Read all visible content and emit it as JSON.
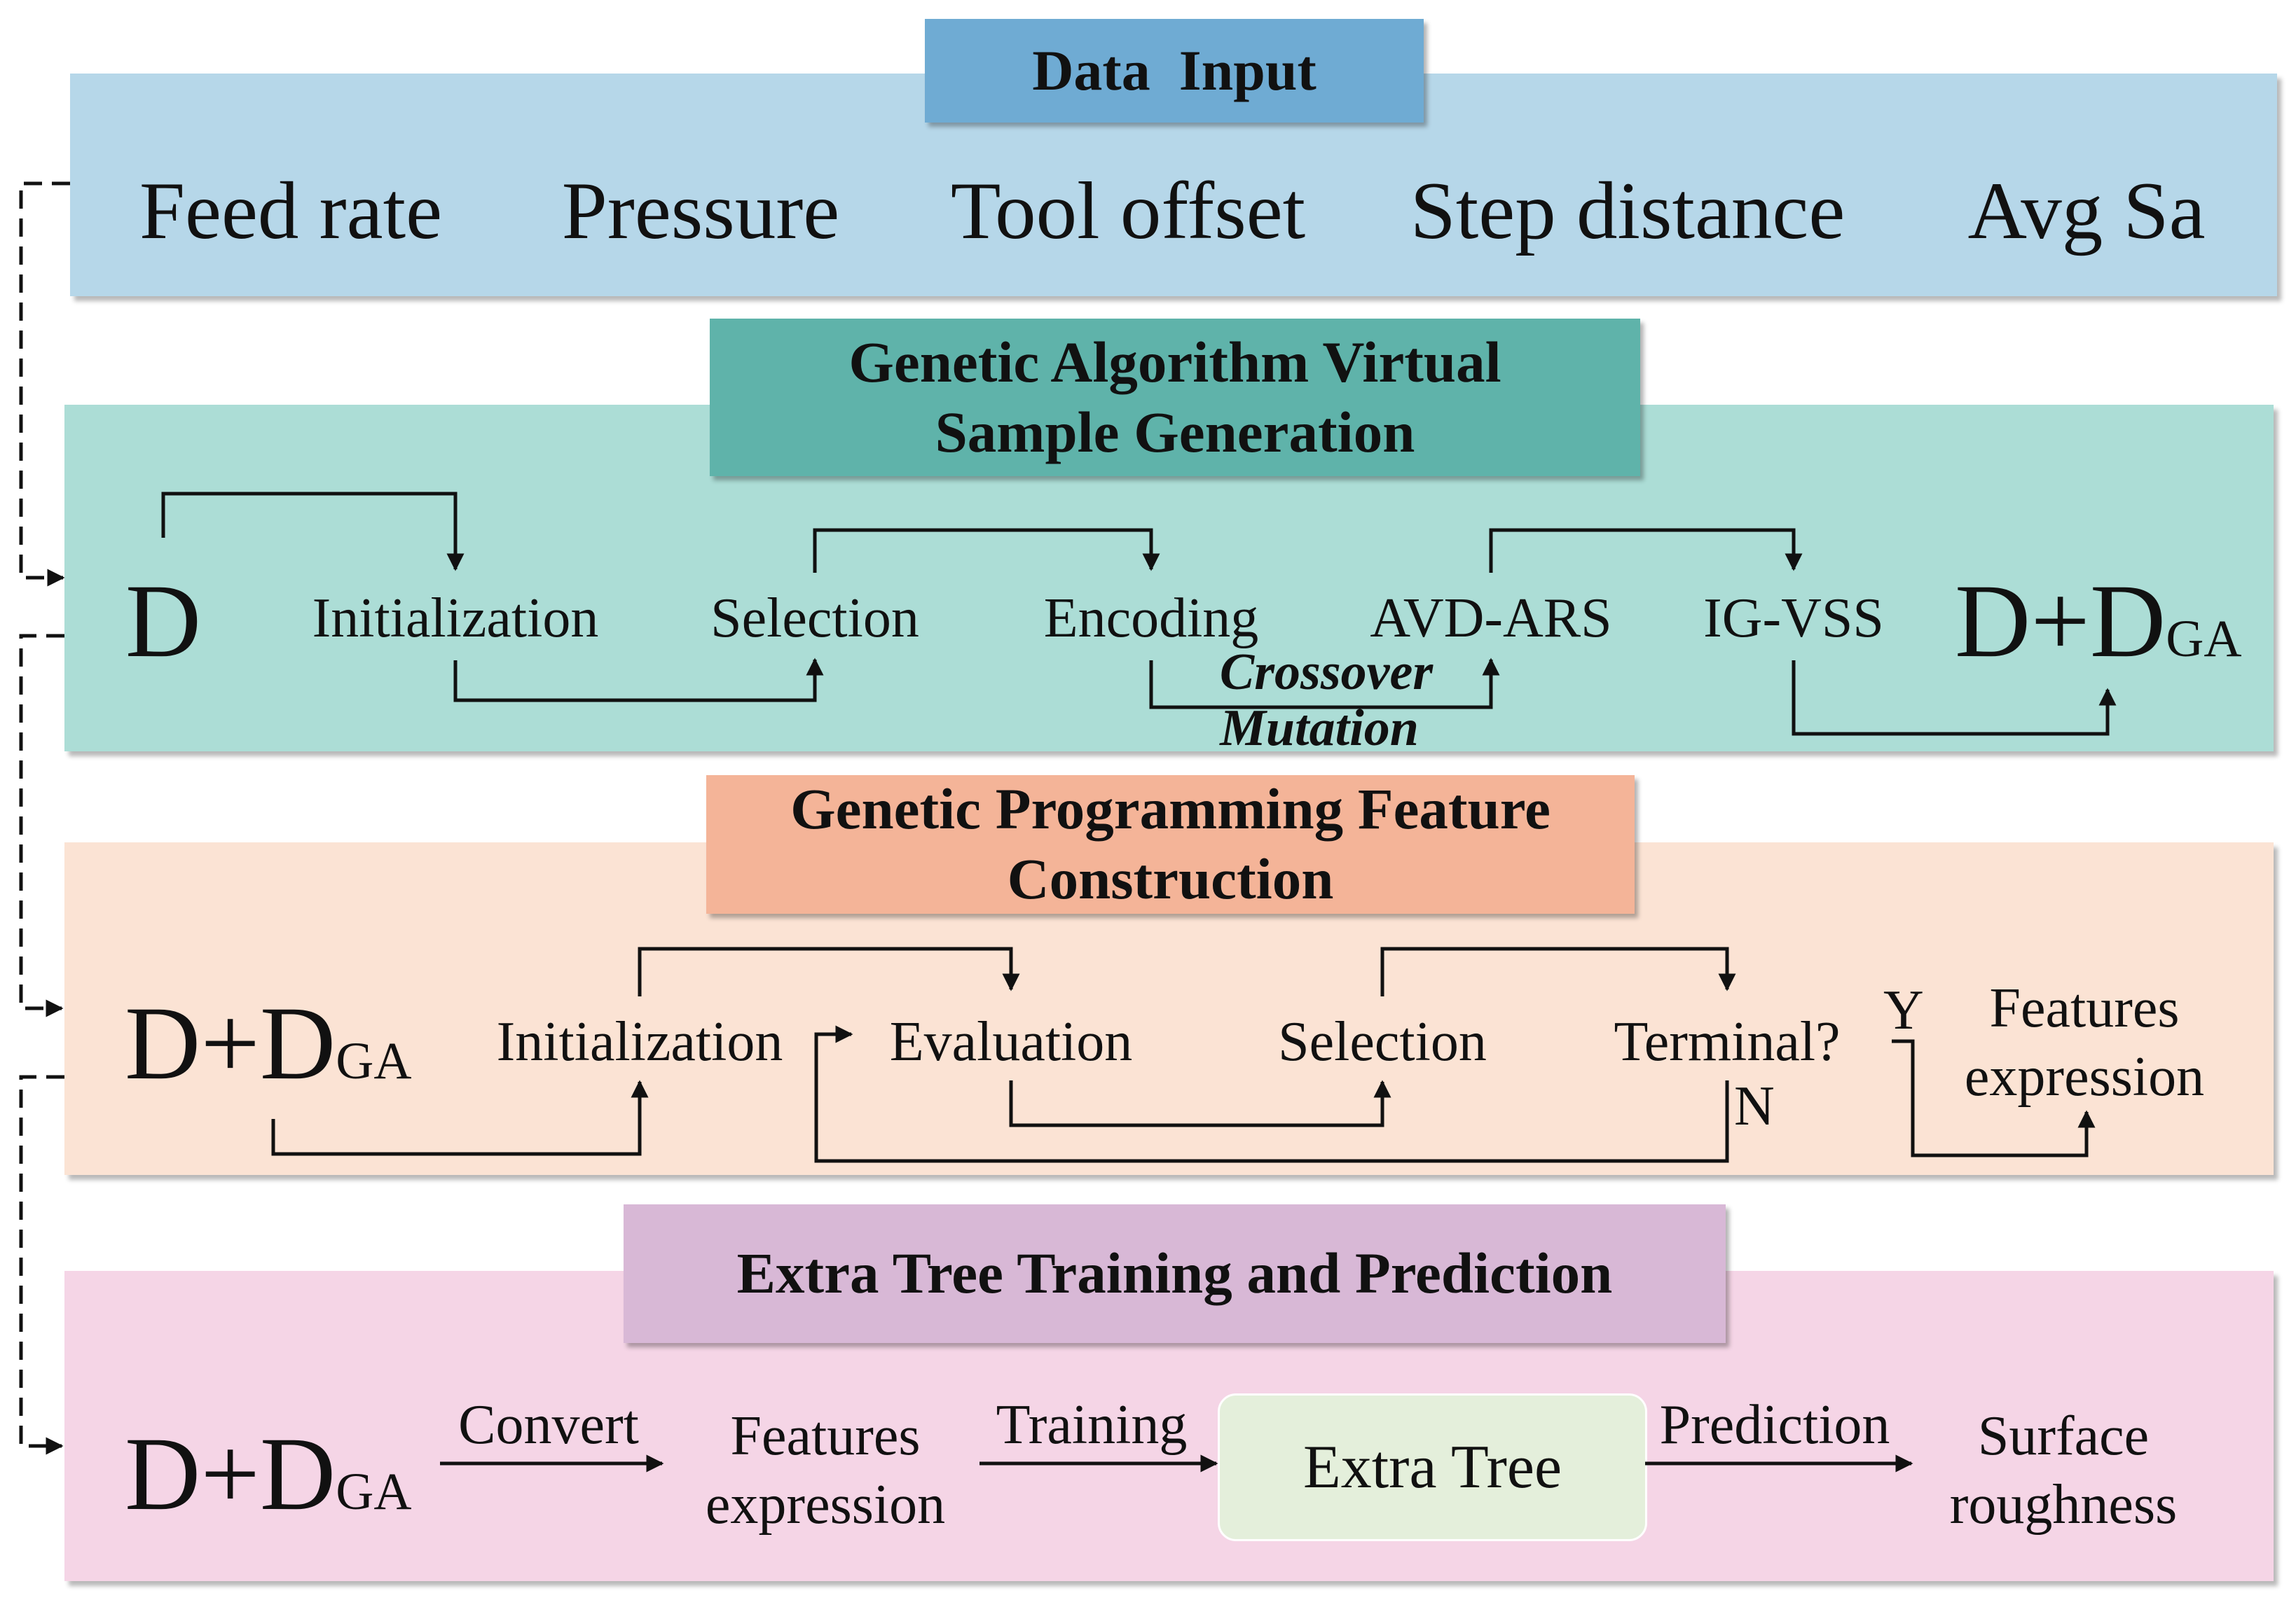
{
  "colors": {
    "input_panel": "#b6d7e9",
    "input_banner": "#6fabd3",
    "ga_panel": "#acddd6",
    "ga_banner": "#5fb3aa",
    "gp_panel": "#fbe3d4",
    "gp_banner": "#f4b498",
    "et_panel": "#f5d5e6",
    "et_banner": "#d8b8d6",
    "extra_tree_box": "#e4efdb"
  },
  "data_input": {
    "title": "Data  Input",
    "items": [
      "Feed rate",
      "Pressure",
      "Tool offset",
      "Step distance",
      "Avg Sa"
    ]
  },
  "ga": {
    "title_line1": "Genetic Algorithm Virtual",
    "title_line2": "Sample Generation",
    "d": "D",
    "initialization": "Initialization",
    "selection": "Selection",
    "encoding": "Encoding",
    "avd_ars": "AVD-ARS",
    "ig_vss": "IG-VSS",
    "crossover": "Crossover",
    "mutation": "Mutation",
    "out_main": "D+D",
    "out_sub": "GA"
  },
  "gp": {
    "title_line1": "Genetic Programming Feature",
    "title_line2": "Construction",
    "in_main": "D+D",
    "in_sub": "GA",
    "initialization": "Initialization",
    "evaluation": "Evaluation",
    "selection": "Selection",
    "terminal": "Terminal?",
    "yes": "Y",
    "no": "N",
    "features_line1": "Features",
    "features_line2": "expression"
  },
  "et": {
    "title": "Extra Tree Training and Prediction",
    "in_main": "D+D",
    "in_sub": "GA",
    "convert": "Convert",
    "features_line1": "Features",
    "features_line2": "expression",
    "training": "Training",
    "extra_tree": "Extra Tree",
    "prediction": "Prediction",
    "surface_line1": "Surface",
    "surface_line2": "roughness"
  }
}
